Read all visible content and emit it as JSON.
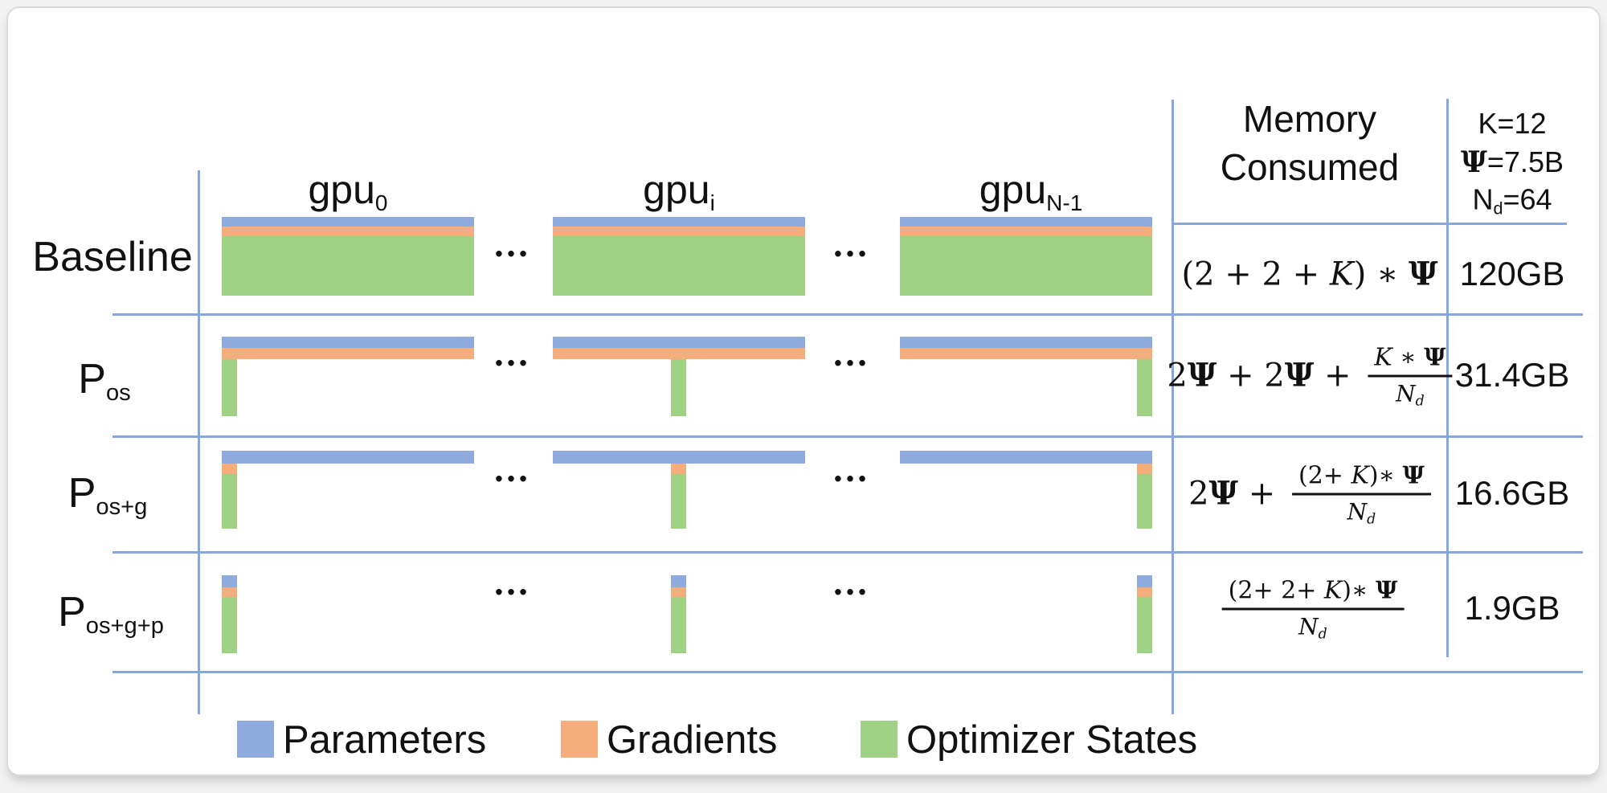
{
  "colors": {
    "parameters": "#8FAADC",
    "gradients": "#F5AE7B",
    "optimizer_states": "#9FD185",
    "grid_line": "#84A7DD",
    "text": "#111111",
    "card_border": "#D9D9D9",
    "card_bg": "#FFFFFF",
    "page_bg": "#F2F2F3"
  },
  "misc": {
    "dots": "•••"
  },
  "columns": [
    {
      "base": "gpu",
      "sub": "0"
    },
    {
      "base": "gpu",
      "sub": "i"
    },
    {
      "base": "gpu",
      "sub": "N-1"
    }
  ],
  "memory_header": {
    "line1": "Memory",
    "line2": "Consumed"
  },
  "constants": {
    "k": {
      "text": "K=12"
    },
    "psi": {
      "symbol": "Ψ",
      "rest": "=7.5B"
    },
    "nd": {
      "base": "N",
      "sub": "d",
      "rest": "=64"
    }
  },
  "rows": [
    {
      "label": {
        "base": "Baseline",
        "sub": ""
      },
      "value": "120GB"
    },
    {
      "label": {
        "base": "P",
        "sub": "os"
      },
      "value": "31.4GB"
    },
    {
      "label": {
        "base": "P",
        "sub": "os+g"
      },
      "value": "16.6GB"
    },
    {
      "label": {
        "base": "P",
        "sub": "os+g+p"
      },
      "value": "1.9GB"
    }
  ],
  "formulas": {
    "baseline": [
      {
        "t": "(2 + 2 + ",
        "s": "n"
      },
      {
        "t": "K",
        "s": "i"
      },
      {
        "t": ") ∗ ",
        "s": "n"
      },
      {
        "t": "Ψ",
        "s": "b"
      }
    ],
    "pos": [
      {
        "t": "2",
        "s": "n"
      },
      {
        "t": "Ψ",
        "s": "b"
      },
      {
        "t": " + 2",
        "s": "n"
      },
      {
        "t": "Ψ",
        "s": "b"
      },
      {
        "t": " + ",
        "s": "n"
      },
      {
        "f": {
          "num": [
            {
              "t": "K",
              "s": "i"
            },
            {
              "t": " ∗ ",
              "s": "n"
            },
            {
              "t": "Ψ",
              "s": "b"
            }
          ],
          "den": [
            {
              "t": "N",
              "s": "i"
            },
            {
              "t": "d",
              "s": "sub"
            }
          ]
        }
      }
    ],
    "posg": [
      {
        "t": "2",
        "s": "n"
      },
      {
        "t": "Ψ",
        "s": "b"
      },
      {
        "t": " + ",
        "s": "n"
      },
      {
        "f": {
          "num": [
            {
              "t": "(2+ ",
              "s": "n"
            },
            {
              "t": "K",
              "s": "i"
            },
            {
              "t": ")∗ ",
              "s": "n"
            },
            {
              "t": "Ψ",
              "s": "b"
            }
          ],
          "den": [
            {
              "t": "N",
              "s": "i"
            },
            {
              "t": "d",
              "s": "sub"
            }
          ]
        }
      }
    ],
    "posgp": [
      {
        "f": {
          "num": [
            {
              "t": "(2+ 2+ ",
              "s": "n"
            },
            {
              "t": "K",
              "s": "i"
            },
            {
              "t": ")∗ ",
              "s": "n"
            },
            {
              "t": "Ψ",
              "s": "b"
            }
          ],
          "den": [
            {
              "t": "N",
              "s": "i"
            },
            {
              "t": "d",
              "s": "sub"
            }
          ]
        }
      }
    ]
  },
  "legend": [
    {
      "label": "Parameters"
    },
    {
      "label": "Gradients"
    },
    {
      "label": "Optimizer States"
    }
  ]
}
